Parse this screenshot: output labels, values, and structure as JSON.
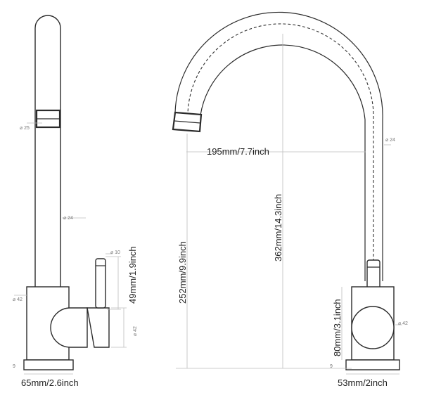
{
  "side_view": {
    "dim_width": "65mm/2.6inch",
    "dim_handle_height": "49mm/1.9inch",
    "dia_top": "⌀ 25",
    "dia_spout": "⌀ 24",
    "dia_handle": "⌀ 10",
    "dia_body": "⌀ 42",
    "dia_valve": "⌀ 42",
    "base_thickness": "9"
  },
  "front_view": {
    "dim_reach": "195mm/7.7inch",
    "dim_total_height": "362mm/14.3inch",
    "dim_spout_height": "252mm/9.9inch",
    "dim_body_height": "80mm/3.1inch",
    "dim_base_width": "53mm/2inch",
    "dia_spout": "⌀ 24",
    "dia_body": "⌀ 42",
    "base_thickness": "9"
  }
}
